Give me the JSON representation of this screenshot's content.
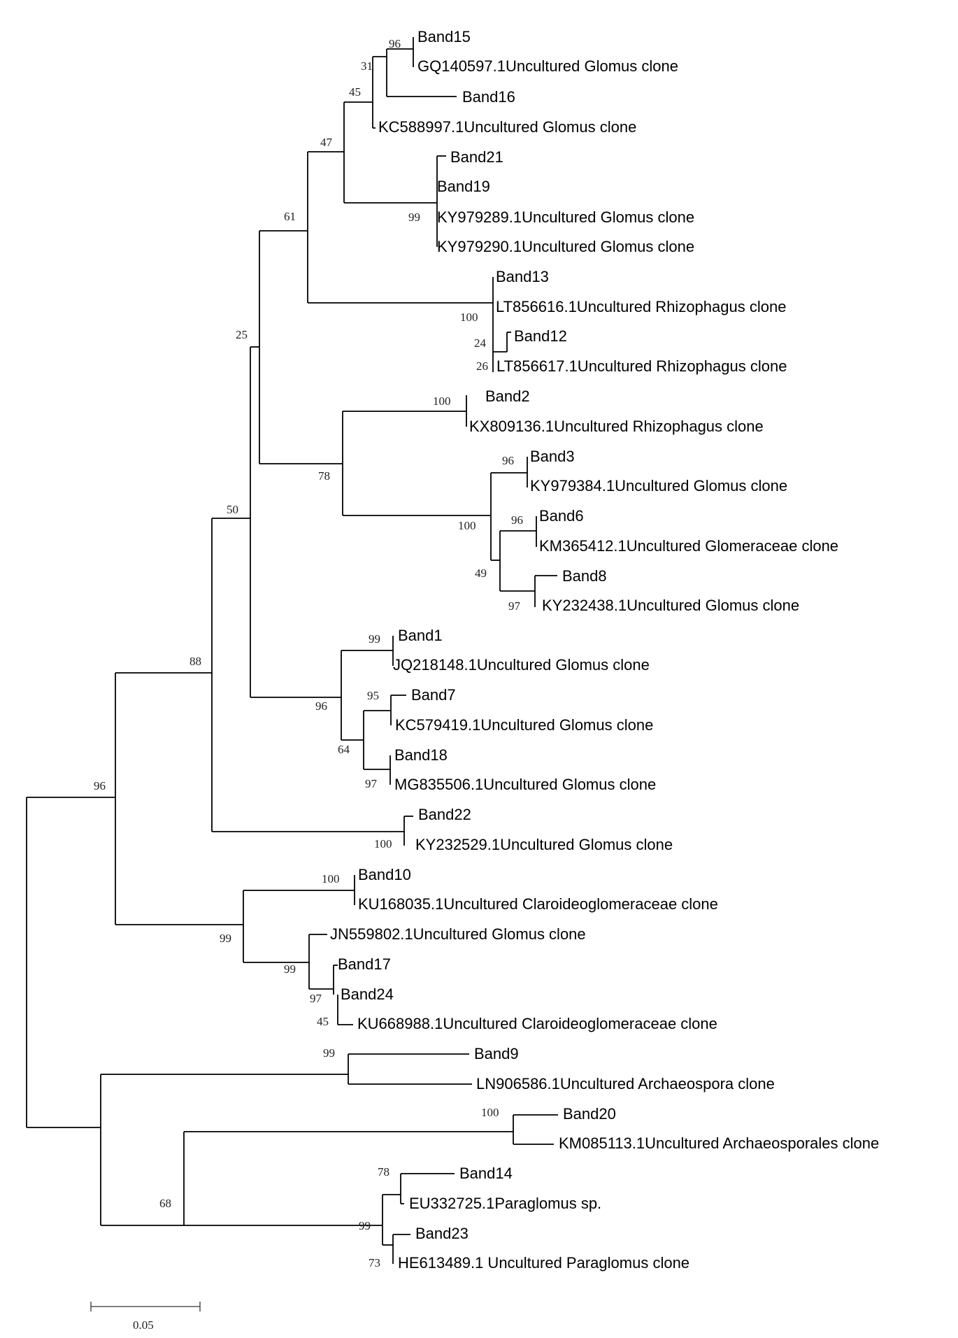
{
  "tips": [
    "Band15",
    "GQ140597.1Uncultured Glomus clone",
    "Band16",
    "KC588997.1Uncultured Glomus clone",
    "Band21",
    "Band19",
    "KY979289.1Uncultured Glomus clone",
    "KY979290.1Uncultured Glomus clone",
    "Band13",
    "LT856616.1Uncultured Rhizophagus clone",
    "Band12",
    "LT856617.1Uncultured Rhizophagus clone",
    "Band2",
    "KX809136.1Uncultured Rhizophagus clone",
    "Band3",
    "KY979384.1Uncultured Glomus clone",
    "Band6",
    "KM365412.1Uncultured Glomeraceae clone",
    "Band8",
    "KY232438.1Uncultured Glomus clone",
    "Band1",
    "JQ218148.1Uncultured Glomus clone",
    "Band7",
    "KC579419.1Uncultured Glomus clone",
    "Band18",
    "MG835506.1Uncultured Glomus clone",
    "Band22",
    "KY232529.1Uncultured Glomus clone",
    "Band10",
    "KU168035.1Uncultured Claroideoglomeraceae clone",
    "JN559802.1Uncultured Glomus clone",
    "Band17",
    "Band24",
    "KU668988.1Uncultured Claroideoglomeraceae clone",
    "Band9",
    "LN906586.1Uncultured Archaeospora clone",
    "Band20",
    "KM085113.1Uncultured Archaeosporales clone",
    "Band14",
    "EU332725.1Paraglomus sp.",
    "Band23",
    "HE613489.1 Uncultured Paraglomus clone"
  ],
  "bootstrap": [
    "96",
    "31",
    "45",
    "47",
    "99",
    "61",
    "100",
    "24",
    "26",
    "25",
    "100",
    "78",
    "96",
    "100",
    "96",
    "49",
    "97",
    "50",
    "99",
    "96",
    "95",
    "64",
    "97",
    "88",
    "100",
    "96",
    "100",
    "99",
    "99",
    "97",
    "45",
    "99",
    "100",
    "68",
    "78",
    "99",
    "73"
  ],
  "scale_bar": {
    "label": "0.05",
    "value": 0.05
  }
}
